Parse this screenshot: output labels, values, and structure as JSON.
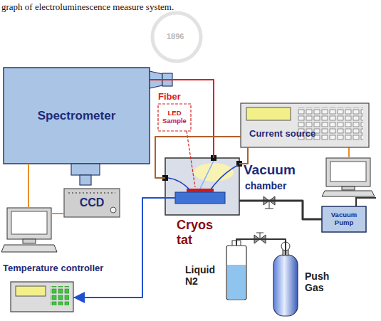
{
  "diagram": {
    "caption": "graph of electroluminescence measure system.",
    "nodes": [
      {
        "text": [
          "Spectrometer"
        ]
      },
      {
        "text": [
          "LED Sample"
        ]
      },
      {
        "text": [
          "Current source"
        ]
      },
      {
        "text": [
          "Vacuum",
          "chamber"
        ]
      },
      {
        "text": [
          "Cryos tat"
        ],
        "in": 3
      },
      {
        "text": [
          "CCD"
        ]
      },
      {
        "text": [
          "Vacuum Pump"
        ]
      },
      {
        "text": [
          "Temperature controller"
        ]
      },
      {
        "text": [
          "Liquid N2"
        ]
      },
      {
        "text": [
          "Push Gas"
        ]
      }
    ],
    "edges": [
      {
        "from": 0,
        "to": 3,
        "arrow": "none",
        "label": "Fiber"
      },
      {
        "from": 2,
        "to": 3,
        "arrow": "none"
      },
      {
        "from": 2,
        "to": 3,
        "arrow": "none"
      },
      {
        "from": 3,
        "to": 6,
        "arrow": "none"
      },
      {
        "from": 4,
        "to": 7,
        "arrow": "to"
      },
      {
        "from": 8,
        "to": 9,
        "arrow": "none"
      }
    ],
    "labels": [
      "1896"
    ]
  }
}
